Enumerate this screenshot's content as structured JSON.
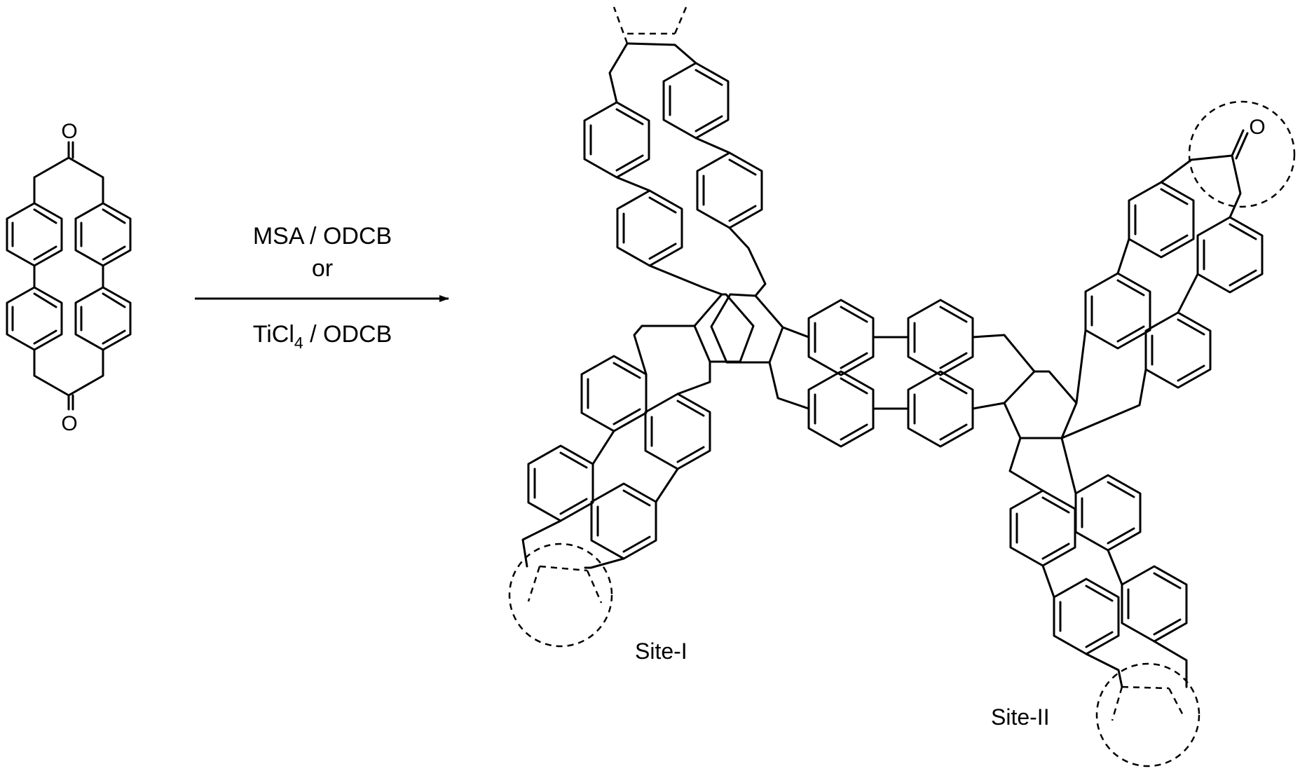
{
  "reaction": {
    "reagent_top": "MSA / ODCB",
    "reagent_mid": "or",
    "reagent_bottom_prefix": "TiCl",
    "reagent_bottom_sub": "4",
    "reagent_bottom_suffix": " / ODCB"
  },
  "reactant": {
    "oxygen_top": "O",
    "oxygen_bottom": "O"
  },
  "product": {
    "oxygen": "O",
    "site_1_label": "Site-I",
    "site_2_label": "Site-II"
  }
}
